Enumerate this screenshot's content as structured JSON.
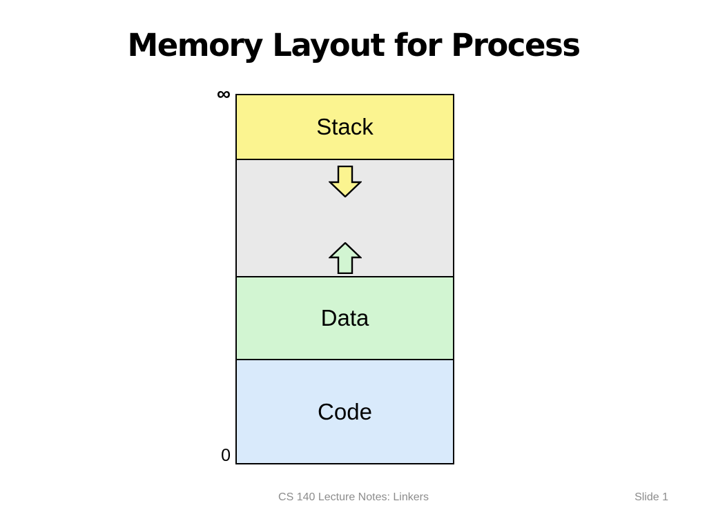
{
  "slide": {
    "title": "Memory Layout for Process",
    "background": "#ffffff"
  },
  "diagram": {
    "axis_top_label": "∞",
    "axis_bottom_label": "0",
    "border_color": "#000000",
    "segments": [
      {
        "id": "stack",
        "label": "Stack",
        "color": "#fbf490"
      },
      {
        "id": "free-space",
        "label": "",
        "color": "#e9e9e9"
      },
      {
        "id": "data",
        "label": "Data",
        "color": "#d2f5d2"
      },
      {
        "id": "code",
        "label": "Code",
        "color": "#d9eafb"
      }
    ],
    "arrows": {
      "down": {
        "direction": "down",
        "fill": "#fbf490",
        "stroke": "#000000"
      },
      "up": {
        "direction": "up",
        "fill": "#d2f5d2",
        "stroke": "#000000"
      }
    }
  },
  "footer": {
    "center": "CS 140 Lecture Notes: Linkers",
    "right": "Slide 1",
    "color": "#8c8c8c"
  }
}
